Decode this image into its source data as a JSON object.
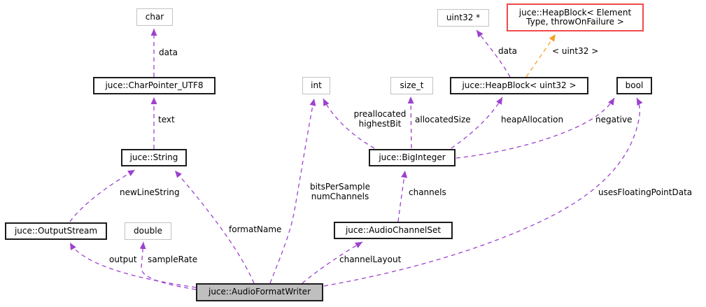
{
  "diagram": {
    "type": "collaboration-graph",
    "colors": {
      "usage_edge": "#9d41cf",
      "template_edge": "#f5a028",
      "node_border": "#1c1c1c",
      "primitive_node_border": "#c2c2c2",
      "truncated_node_border": "#f24a4a",
      "current_node_fill": "#bfbfbf",
      "background": "#ffffff"
    },
    "nodes": {
      "char": {
        "label": "char"
      },
      "char_pointer_utf8": {
        "label": "juce::CharPointer_UTF8"
      },
      "string": {
        "label": "juce::String"
      },
      "output_stream": {
        "label": "juce::OutputStream"
      },
      "double": {
        "label": "double"
      },
      "audio_format_writer": {
        "label": "juce::AudioFormatWriter"
      },
      "int": {
        "label": "int"
      },
      "size_t": {
        "label": "size_t"
      },
      "big_integer": {
        "label": "juce::BigInteger"
      },
      "audio_channel_set": {
        "label": "juce::AudioChannelSet"
      },
      "uint32_ptr": {
        "label": "uint32 *"
      },
      "heap_block_template": {
        "label": "juce::HeapBlock< Element\nType, throwOnFailure >"
      },
      "heap_block_uint32": {
        "label": "juce::HeapBlock< uint32 >"
      },
      "bool": {
        "label": "bool"
      }
    },
    "edge_labels": {
      "data_char": "data",
      "text": "text",
      "new_line_string": "newLineString",
      "format_name": "formatName",
      "output": "output",
      "sample_rate": "sampleRate",
      "bits_per_sample_num_channels": "bitsPerSample\nnumChannels",
      "preallocated_highest_bit": "preallocated\nhighestBit",
      "allocated_size": "allocatedSize",
      "channels": "channels",
      "channel_layout": "channelLayout",
      "heap_allocation": "heapAllocation",
      "negative": "negative",
      "uses_floating_point_data": "usesFloatingPointData",
      "data_uint32": "data",
      "template_instantiation": "< uint32 >"
    },
    "edges": [
      {
        "from": "juce::CharPointer_UTF8",
        "to": "char",
        "label": "data",
        "style": "usage"
      },
      {
        "from": "juce::String",
        "to": "juce::CharPointer_UTF8",
        "label": "text",
        "style": "usage"
      },
      {
        "from": "juce::OutputStream",
        "to": "juce::String",
        "label": "newLineString",
        "style": "usage"
      },
      {
        "from": "juce::AudioFormatWriter",
        "to": "juce::String",
        "label": "formatName",
        "style": "usage"
      },
      {
        "from": "juce::AudioFormatWriter",
        "to": "juce::OutputStream",
        "label": "output",
        "style": "usage"
      },
      {
        "from": "juce::AudioFormatWriter",
        "to": "double",
        "label": "sampleRate",
        "style": "usage"
      },
      {
        "from": "juce::AudioFormatWriter",
        "to": "int",
        "label": "bitsPerSample numChannels",
        "style": "usage"
      },
      {
        "from": "juce::BigInteger",
        "to": "int",
        "label": "preallocated highestBit",
        "style": "usage"
      },
      {
        "from": "juce::BigInteger",
        "to": "size_t",
        "label": "allocatedSize",
        "style": "usage"
      },
      {
        "from": "juce::BigInteger",
        "to": "juce::HeapBlock< uint32 >",
        "label": "heapAllocation",
        "style": "usage"
      },
      {
        "from": "juce::BigInteger",
        "to": "bool",
        "label": "negative",
        "style": "usage"
      },
      {
        "from": "juce::HeapBlock< uint32 >",
        "to": "uint32 *",
        "label": "data",
        "style": "usage"
      },
      {
        "from": "juce::HeapBlock< uint32 >",
        "to": "juce::HeapBlock< Element Type, throwOnFailure >",
        "label": "< uint32 >",
        "style": "template"
      },
      {
        "from": "juce::AudioChannelSet",
        "to": "juce::BigInteger",
        "label": "channels",
        "style": "usage"
      },
      {
        "from": "juce::AudioFormatWriter",
        "to": "juce::AudioChannelSet",
        "label": "channelLayout",
        "style": "usage"
      },
      {
        "from": "juce::AudioFormatWriter",
        "to": "bool",
        "label": "usesFloatingPointData",
        "style": "usage"
      }
    ]
  }
}
